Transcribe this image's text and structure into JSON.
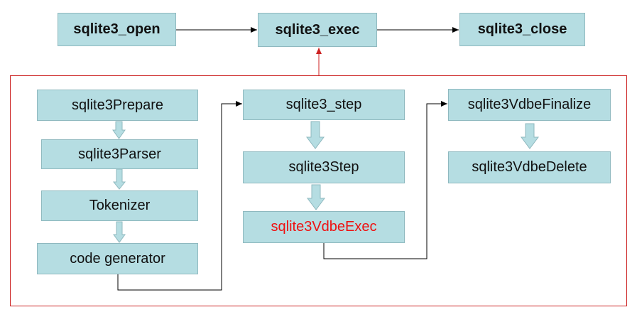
{
  "top_row": {
    "open": "sqlite3_open",
    "exec": "sqlite3_exec",
    "close": "sqlite3_close"
  },
  "prepare_column": {
    "prepare": "sqlite3Prepare",
    "parser": "sqlite3Parser",
    "tokenizer": "Tokenizer",
    "codegen": "code generator"
  },
  "step_column": {
    "step": "sqlite3_step",
    "step_internal": "sqlite3Step",
    "vdbe_exec": "sqlite3VdbeExec"
  },
  "finalize_column": {
    "finalize": "sqlite3VdbeFinalize",
    "delete": "sqlite3VdbeDelete"
  },
  "colors": {
    "box_fill": "#b5dde2",
    "container_border": "#cc2222",
    "highlight_text": "#ee1111",
    "flow_arrow": "#b5dde2"
  }
}
